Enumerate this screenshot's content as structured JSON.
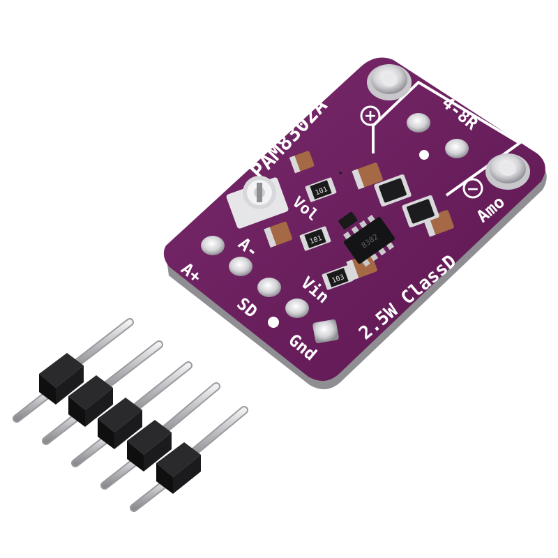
{
  "product": {
    "chip_name": "PAM8302A",
    "tagline": "2.5W ClassD",
    "speaker_label": "4-8R",
    "output_brand": "Amo",
    "volume_label": "Vol"
  },
  "pins": {
    "a_plus": "A+",
    "a_minus": "A-",
    "sd": "SD",
    "vin": "Vin",
    "gnd": "Gnd"
  },
  "terminals": {
    "plus": "+",
    "minus": "−"
  },
  "components": {
    "r1": "101",
    "r2": "101",
    "r3": "103",
    "ic": "8302"
  },
  "colors": {
    "pcb": "#6b1f5e",
    "pcb_edge": "#8f8f93",
    "silkscreen": "#ffffff",
    "header_plastic": "#1b1b1b",
    "header_pin": "#c9c9cc"
  }
}
